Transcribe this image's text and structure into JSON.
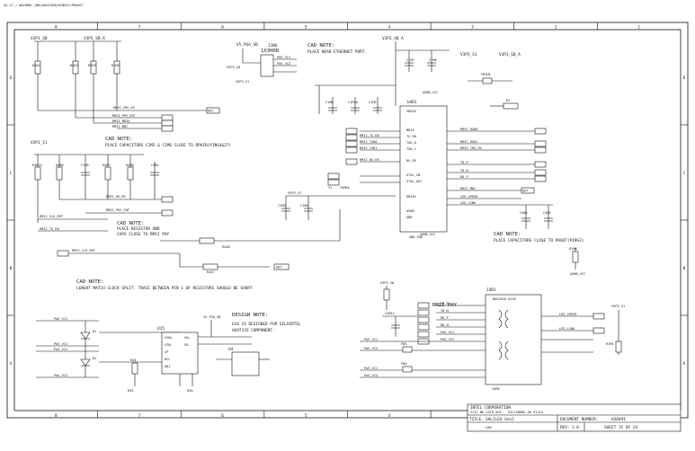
{
  "header": {
    "path": "ZA-27 / WASHDB/_UBA/WASIGEN/KINGS3/PHASE7"
  },
  "border": {
    "cols": [
      "8",
      "7",
      "6",
      "5",
      "4",
      "3",
      "2",
      "1"
    ],
    "rows": [
      "D",
      "C",
      "B",
      "A"
    ]
  },
  "notes": {
    "eth_title": "CAD NOTE:",
    "eth_body": "PLACE NEAR ETHERNET PORT.",
    "caps_title": "CAD NOTE:",
    "caps_body": "PLACE CAPACITORS C1M3 & C1M6 CLOSE TO RPHIR(PINS4&27)",
    "res_title": "CAD NOTE:",
    "res_body1": "PLACE RESISTOR AND",
    "res_body2": "CAPS CLOSE TO RMII PHY",
    "mod_title": "CAD NOTE:",
    "mod_body": "PLACE CAPACITORS CLOSE TO PHOUT(PINS3)",
    "len_title": "CAD NOTE:",
    "len_body": "LENGHT MATCH CLOCK SPLIT. TRACE BETWEEN PIN 1 OF RESISTORS SHOULD BE SHORT",
    "design_title": "DESIGN NOTE:",
    "design_body1": "U14 IS DESIGNED FOR SILVERTEL",
    "design_body2": "AG9712S COMPONENT.",
    "rmii_phy": "RMII PHY"
  },
  "parts": {
    "u_phy": "U4B1",
    "j_rj45": "J4B1",
    "j_hdr": "J1N6",
    "j_hdr_type": "1X3HDR",
    "u15": "U15",
    "u4": "U4",
    "y1": "Y1",
    "xtal": "25MHz",
    "d1": "D1",
    "d2": "D2",
    "r1": "R1",
    "r1m1": "R1M1"
  },
  "nets": {
    "v3p3": "V3P3_SB",
    "v3p3_a": "V3P3_SB_A",
    "v3p3_s1": "V3P3_S1",
    "v3p3_s0": "V3P3_S0",
    "v5": "V5_PGA_SB",
    "agnd": "AGND_VCC",
    "gnd": "GND",
    "rmii_clk": "RMII_CLK_REF",
    "rmii_mdio": "RMII_MDIO",
    "rmii_mdc": "RMII_MDC",
    "rmii_txen": "RMII_TX_EN",
    "rmii_txd0": "RMII_TXD0",
    "rmii_txd1": "RMII_TXD1",
    "rmii_rxd0": "RMII_RXD0",
    "rmii_rxd1": "RMII_RXD1",
    "rmii_crs": "RMII_CRS_DV",
    "rmii_rxer": "RMII_RX_ER",
    "phy_rst": "RMII_PHY_RST",
    "phy_int": "RMII_PHY_INT",
    "tdp": "TD_P",
    "tdn": "TD_N",
    "rdp": "RD_P",
    "rdn": "RD_N",
    "led_speed": "LED_SPEED",
    "led_link": "LED_LINK",
    "poe": "PoE_VC1",
    "poe2": "PoE_VC2"
  },
  "title_block": {
    "company": "INTEL CORPORATION",
    "addr1": "2111 NE 25TH AVE",
    "addr2": "HILLSBORO OR 97124",
    "title_label": "TITLE:",
    "title": "GALILEO Gen2",
    "title_sub": "LAN",
    "doc_label": "DOCUMENT NUMBER:",
    "doc_number": "H38491",
    "rev_label": "REV:",
    "rev": "2.0",
    "sheet": "SHEET 15 OF 24"
  }
}
